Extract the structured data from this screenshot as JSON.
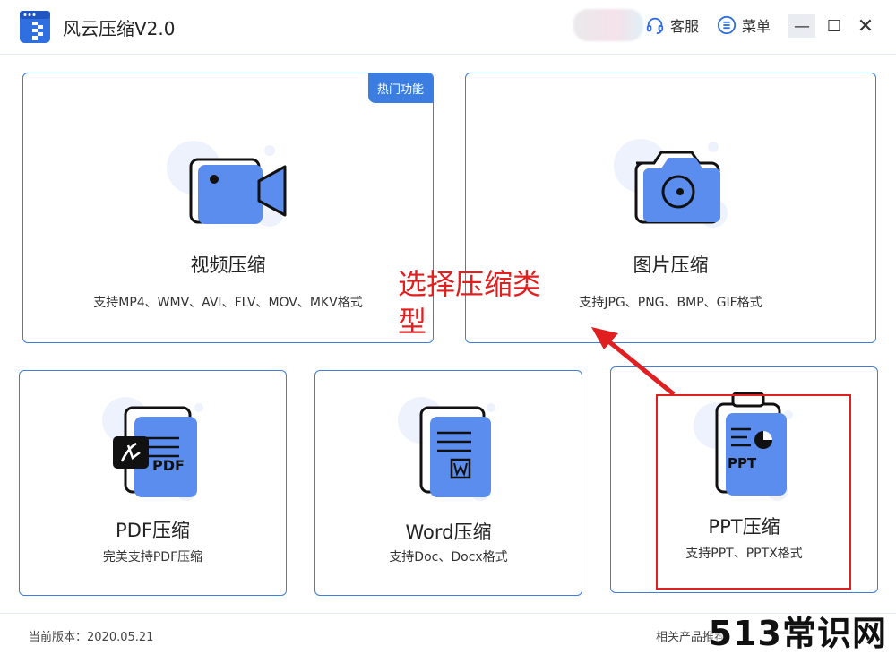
{
  "app": {
    "title": "风云压缩V2.0"
  },
  "titlebar": {
    "service_label": "客服",
    "menu_label": "菜单",
    "minimize": "—",
    "maximize": "☐",
    "close": "✕"
  },
  "cards": {
    "video": {
      "title": "视频压缩",
      "desc": "支持MP4、WMV、AVI、FLV、MOV、MKV格式",
      "badge": "热门功能"
    },
    "image": {
      "title": "图片压缩",
      "desc": "支持JPG、PNG、BMP、GIF格式"
    },
    "pdf": {
      "title": "PDF压缩",
      "desc": "完美支持PDF压缩",
      "icon_text": "PDF"
    },
    "word": {
      "title": "Word压缩",
      "desc": "支持Doc、Docx格式"
    },
    "ppt": {
      "title": "PPT压缩",
      "desc": "支持PPT、PPTX格式",
      "icon_text": "PPT"
    }
  },
  "annotation": {
    "text": "选择压缩类型"
  },
  "footer": {
    "version": "当前版本：2020.05.21",
    "related": "相关产品推荐"
  },
  "watermark": "513常识网",
  "colors": {
    "accent": "#3b7de0",
    "icon_blue": "#5b8def",
    "annotation_red": "#e02020"
  }
}
